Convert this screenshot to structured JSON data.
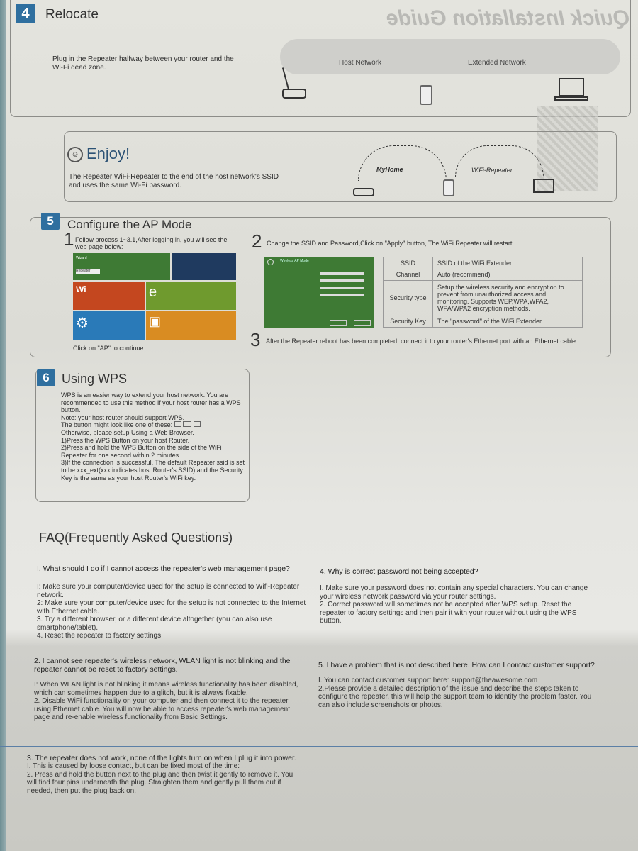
{
  "background_title": "Quick Installation Guide",
  "relocate": {
    "number": "4",
    "title": "Relocate",
    "text": "Plug in the Repeater halfway between your router and the Wi-Fi dead zone.",
    "host_network": "Host Network",
    "extended_network": "Extended Network"
  },
  "enjoy": {
    "title": "Enjoy!",
    "text": "The Repeater WiFi-Repeater to the end of the host network's SSID and uses the same Wi-Fi password.",
    "myhome": "MyHome",
    "wifi_repeater": "WiFi-Repeater"
  },
  "ap_mode": {
    "number": "5",
    "title": "Configure the AP Mode",
    "step1": {
      "num": "1",
      "text": "Follow process 1~3.1,After logging in, you will see the web page below:",
      "caption": "Click on \"AP\" to continue.",
      "wizard": "Wizard",
      "repeater": "Repeater"
    },
    "step2": {
      "num": "2",
      "text": "Change the SSID and Password,Click on \"Apply\" button, The WiFi Repeater will restart.",
      "screen_title": "Wireless AP Mode",
      "table": [
        [
          "SSID",
          "SSID of the WiFi Extender"
        ],
        [
          "Channel",
          "Auto (recommend)"
        ],
        [
          "Security type",
          "Setup the wireless security and encryption to prevent from unauthorized access and monitoring. Supports WEP,WPA,WPA2, WPA/WPA2 encryption methods."
        ],
        [
          "Security Key",
          "The \"password\" of the WiFi Extender"
        ]
      ]
    },
    "step3": {
      "num": "3",
      "text": "After the Repeater reboot has been completed, connect it to your router's Ethernet port with an Ethernet cable."
    }
  },
  "wps": {
    "number": "6",
    "title": "Using WPS",
    "lines": [
      "WPS is an easier way to extend your host network. You are recommended to use this method if your host router has a WPS button.",
      "Note: your host router should support WPS.",
      "The button might look like one of these:",
      "Otherwise, please setup Using a Web Browser.",
      "1)Press the WPS Button on your host Router.",
      "2)Press and hold the WPS Button on the side of the WiFi Repeater for one second within 2 minutes.",
      "3)If the connection is successful, The default Repeater ssid is set to be xxx_ext(xxx indicates host Router's SSID) and the Security Key is the same as your host Router's WiFi key."
    ]
  },
  "faq": {
    "title": "FAQ(Frequently Asked Questions)",
    "items": [
      {
        "q": "I. What should I do if I cannot access the repeater's web management page?",
        "a": [
          "I: Make sure your computer/device used for the setup is connected to Wifi-Repeater network.",
          "2: Make sure your computer/device used for the setup is not connected to the Internet with Ethernet cable.",
          "3. Try a different browser, or a different device altogether (you can also use smartphone/tablet).",
          "4. Reset the repeater to factory settings."
        ]
      },
      {
        "q": "2. I cannot see repeater's wireless network, WLAN light is not blinking and the repeater cannot be reset to factory settings.",
        "a": [
          "I: When WLAN light is not blinking it means wireless functionality has been disabled, which can sometimes happen due to a glitch, but it is always fixable.",
          "2. Disable WiFi functionality on your computer and then connect it to the repeater using Ethernet cable. You will now be able to access repeater's web management page and re-enable wireless functionality from Basic Settings."
        ]
      },
      {
        "q": "3. The repeater does not work, none of the lights turn on when I plug it into power.",
        "a": [
          "I. This is caused by loose contact, but can be fixed most of the time:",
          "2. Press and hold the button next to the plug and then twist it gently to remove it. You will find four pins underneath the plug. Straighten them and gently pull them out if needed, then put the plug back on."
        ]
      },
      {
        "q": "4. Why is correct password not being accepted?",
        "a": [
          "I. Make sure your password does not contain any special characters. You can change your wireless network password via your router settings.",
          "2. Correct password will sometimes not be accepted after WPS setup. Reset the repeater to factory settings and then pair it with your router without using the WPS button."
        ]
      },
      {
        "q": "5. I have a problem that is not described here. How can I contact customer support?",
        "a": [
          "I. You can contact customer support here: support@theawesome.com",
          "2.Please provide a detailed description of the issue and describe the steps taken to configure the repeater, this will help the support team to identify the problem faster. You can also include screenshots or photos."
        ]
      }
    ]
  },
  "colors": {
    "badge": "#2f6f9f",
    "green_screen": "#3e7a34",
    "tile_red": "#c4471f",
    "tile_green": "#6f9a2e",
    "tile_blue": "#2a7ab8",
    "tile_orange": "#d98c22",
    "tile_navy": "#1f3a5f"
  }
}
